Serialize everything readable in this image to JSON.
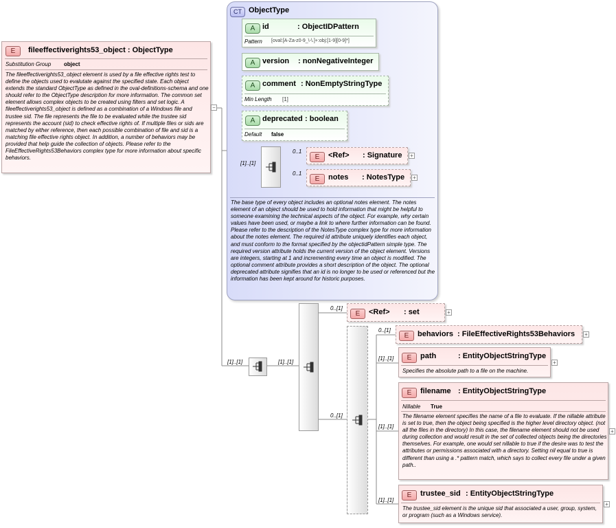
{
  "root": {
    "tag": "E",
    "name": "fileeffectiverights53_object",
    "type": ": ObjectType",
    "sub_label": "Substitution Group",
    "sub_value": "object",
    "doc": "The fileeffectiverights53_object element is used by a file effective rights test to define the objects used to evalutate against the specified state. Each object extends the standard ObjectType as defined in the oval-definitions-schema and one should refer to the ObjectType description for more information. The common set element allows complex objects to be created using filters and set logic. A fileeffectiverights53_object is defined as a combination of a Windows file and trustee sid. The file represents the file to be evaluated while the trustee sid represents the account (sid) to check effective rights of. If multiple files or sids are matched by either reference, then each possible combination of file and sid is a matching file effective rights object. In addition, a number of behaviors may be provided that help guide the collection of objects. Please refer to the FileEffectiveRights53Behaviors complex type for more information about specific behaviors.",
    "collapse": "−"
  },
  "objecttype": {
    "tag": "CT",
    "name": "ObjectType",
    "attributes": [
      {
        "tag": "A",
        "name": "id",
        "type": ": ObjectIDPattern",
        "prop_label": "Pattern",
        "prop_value": "[oval:[A-Za-z0-9_\\-\\.]+:obj:[1-9][0-9]*]"
      },
      {
        "tag": "A",
        "name": "version",
        "type": ": nonNegativeInteger"
      },
      {
        "tag": "A",
        "name": "comment",
        "type": ": NonEmptyStringType",
        "prop_label": "Min Length",
        "prop_value": "[1]"
      },
      {
        "tag": "A",
        "name": "deprecated",
        "type": ": boolean",
        "prop_label": "Default",
        "prop_value": "false"
      }
    ],
    "seq_occ": "[1]..[1]",
    "children": [
      {
        "tag": "E",
        "name": "<Ref>",
        "type": ": Signature",
        "occ": "0..1",
        "plus": "+"
      },
      {
        "tag": "E",
        "name": "notes",
        "type": ": NotesType",
        "occ": "0..1",
        "plus": "+"
      }
    ],
    "doc": "The base type of every object includes an optional notes element. The notes element of an object should be used to hold information that might be helpful to someone examining the technical aspects of the object. For example, why certain values have been used, or maybe a link to where further information can be found. Please refer to the description of the NotesType complex type for more information about the notes element. The required id attribute uniquely identifies each object, and must conform to the format specified by the objectidPattern simple type. The required version attribute holds the current version of the object element. Versions are integers, starting at 1 and incrementing every time an object is modified. The optional comment attribute provides a short description of the object. The optional deprecated attribute signifies that an id is no longer to be used or referenced but the information has been kept around for historic purposes."
  },
  "extension": {
    "seq_occ": "[1]..[1]",
    "choice_occ": "[1]..[1]",
    "set": {
      "tag": "E",
      "name": "<Ref>",
      "type": ": set",
      "occ": "0..[1]",
      "plus": "+"
    },
    "inner_seq_occ": "0..[1]",
    "children": [
      {
        "tag": "E",
        "name": "behaviors",
        "type": ": FileEffectiveRights53Behaviors",
        "occ": "0..[1]",
        "plus": "+"
      },
      {
        "tag": "E",
        "name": "path",
        "type": ": EntityObjectStringType",
        "occ": "[1]..[1]",
        "plus": "+",
        "doc": "Specifies the absolute path to a file on the machine."
      },
      {
        "tag": "E",
        "name": "filename",
        "type": ": EntityObjectStringType",
        "occ": "[1]..[1]",
        "plus": "+",
        "prop_label": "Nillable",
        "prop_value": "True",
        "doc": "The filename element specifies the name of a file to evaluate. If the nillable attribute is set to true, then the object being specified is the higher level directory object. (not all the files in the directory) In this case, the filename element should not be used during collection and would result in the set of collected objects being the directories themselves. For example, one would set nillable to true if the desire was to test the attributes or permissions associated with a directory. Setting nil equal to true is different than using a .* pattern match, which says to collect every file under a given path.."
      },
      {
        "tag": "E",
        "name": "trustee_sid",
        "type": ": EntityObjectStringType",
        "occ": "[1]..[1]",
        "plus": "+",
        "doc": "The trustee_sid element is the unique sid that associated a user, group, system, or program (such as a Windows service)."
      }
    ]
  }
}
